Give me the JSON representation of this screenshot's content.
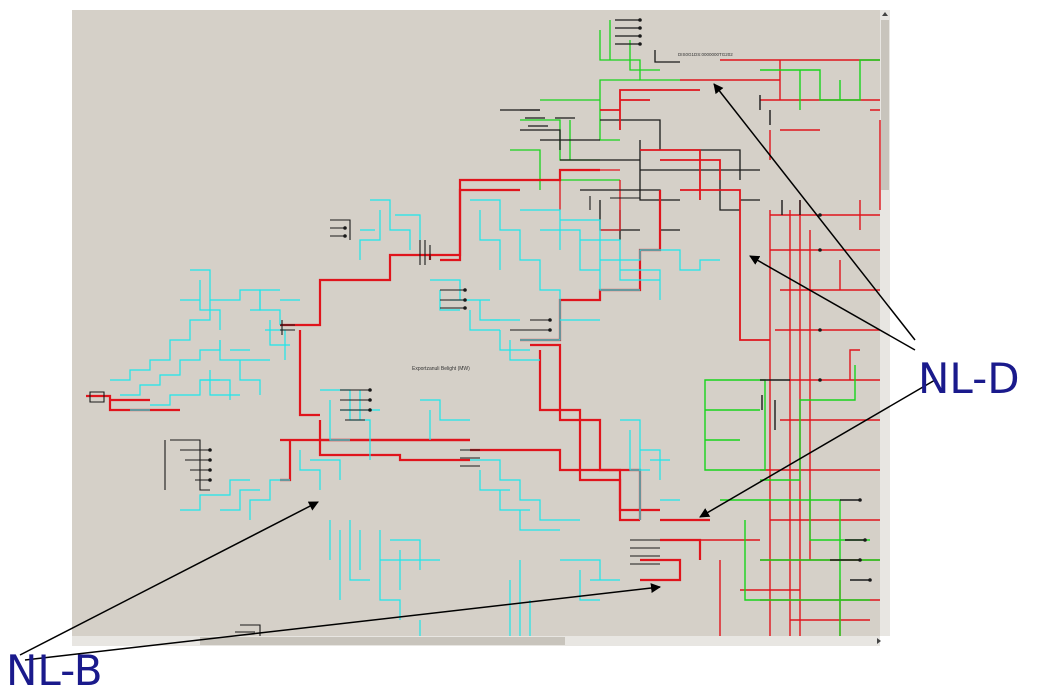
{
  "diagram": {
    "canvas_label": "Exportzanuli Belight (MW)",
    "header_code": "DIS0G1DS:0000000TG202",
    "colors": {
      "canvas": "#d5d0c8",
      "red": "#e0141c",
      "cyan": "#1ce6ea",
      "green": "#18d41c",
      "black": "#1a1a1a",
      "arrow": "#000000",
      "callout_text": "#1a1a8c"
    }
  },
  "callouts": {
    "nl_d": "NL-D",
    "nl_b": "NL-B"
  }
}
